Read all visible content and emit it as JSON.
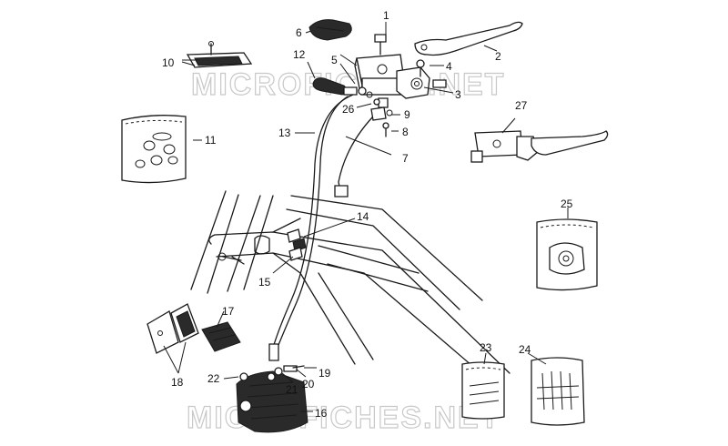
{
  "watermark": {
    "text": "MICROFICHES.NET"
  },
  "callouts": [
    "1",
    "2",
    "3",
    "4",
    "5",
    "6",
    "7",
    "8",
    "9",
    "10",
    "11",
    "12",
    "13",
    "14",
    "15",
    "16",
    "17",
    "18",
    "19",
    "20",
    "21",
    "22",
    "23",
    "24",
    "25",
    "26",
    "27"
  ]
}
